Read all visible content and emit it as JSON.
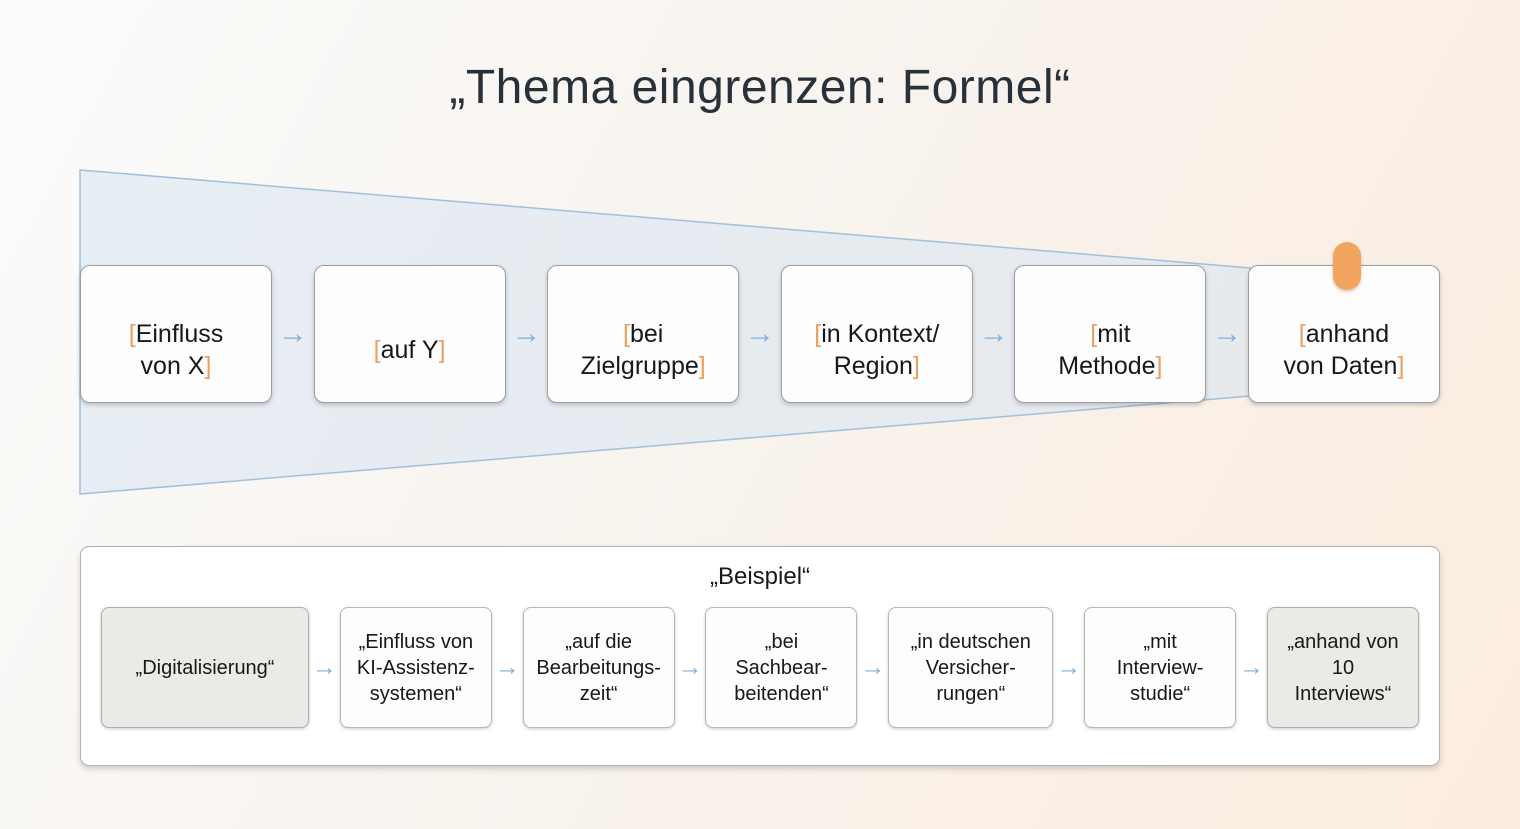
{
  "title": "„Thema eingrenzen: Formel“",
  "colors": {
    "accent_bracket_orange": "#e7a263",
    "pin_orange": "#f2a55f",
    "arrow_blue": "#7fb0dc",
    "funnel_fill": "#e3ecf5",
    "funnel_stroke": "#9fc0de",
    "highlight_box_fill": "#e9ebe6",
    "background_left": "#fcfcfb",
    "background_right": "#fbecdf",
    "title_text": "#27313a"
  },
  "formula": {
    "arrow": "→",
    "boxes": [
      {
        "open": "[",
        "text": "Einfluss\nvon X",
        "close": "]"
      },
      {
        "open": "[",
        "text": "auf Y",
        "close": "]"
      },
      {
        "open": "[",
        "text": "bei\nZielgruppe",
        "close": "]"
      },
      {
        "open": "[",
        "text": "in Kontext/\nRegion",
        "close": "]"
      },
      {
        "open": "[",
        "text": "mit\nMethode",
        "close": "]"
      },
      {
        "open": "[",
        "text": "anhand\nvon Daten",
        "close": "]"
      }
    ]
  },
  "example": {
    "title": "„Beispiel“",
    "arrow": "→",
    "boxes": [
      {
        "text": "„Digitalisierung“",
        "highlighted": true
      },
      {
        "text": "„Einfluss von\nKI-Assistenz-\nsystemen“",
        "highlighted": false
      },
      {
        "text": "„auf die\nBearbeitungs-\nzeit“",
        "highlighted": false
      },
      {
        "text": "„bei\nSachbear-\nbeitenden“",
        "highlighted": false
      },
      {
        "text": "„in deutschen\nVersicher-\nrungen“",
        "highlighted": false
      },
      {
        "text": "„mit\nInterview-\nstudie“",
        "highlighted": false
      },
      {
        "text": "„anhand von\n10\nInterviews“",
        "highlighted": true
      }
    ]
  }
}
